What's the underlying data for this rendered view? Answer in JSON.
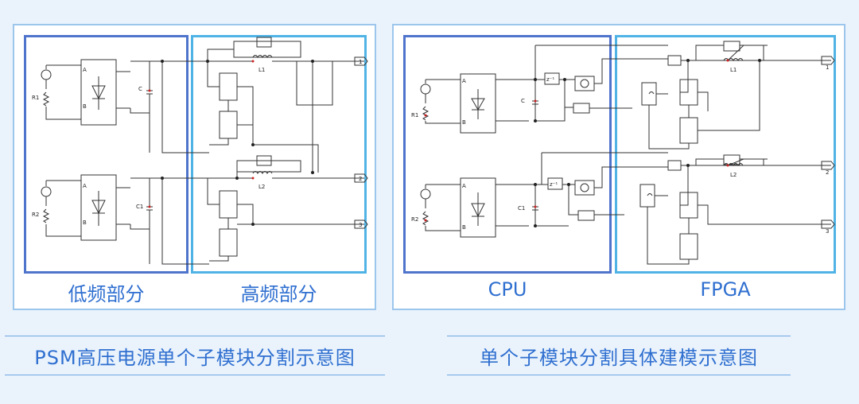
{
  "colors": {
    "accent": "#2f6fd0",
    "dark_frame": "#4f74cc",
    "light_frame": "#4fb3e6",
    "panel_border": "#9cc6ec",
    "background": "#eaf3fc"
  },
  "left_panel": {
    "low_freq_label": "低频部分",
    "high_freq_label": "高频部分",
    "caption": "PSM高压电源单个子模块分割示意图",
    "components": {
      "r1": "R1",
      "r2": "R2",
      "c": "C",
      "c1": "C1",
      "l1": "L1",
      "l2": "L2",
      "pin_a": "A",
      "pin_b": "B",
      "port1": "1",
      "port2": "2",
      "port3": "3"
    }
  },
  "right_panel": {
    "cpu_label": "CPU",
    "fpga_label": "FPGA",
    "caption": "单个子模块分割具体建模示意图",
    "components": {
      "r1": "R1",
      "r2": "R2",
      "c": "C",
      "c1": "C1",
      "l1": "L1",
      "l2": "L2",
      "pin_a": "A",
      "pin_b": "B",
      "delay": "z⁻¹",
      "port1": "1",
      "port2": "2",
      "port3": "3"
    }
  }
}
